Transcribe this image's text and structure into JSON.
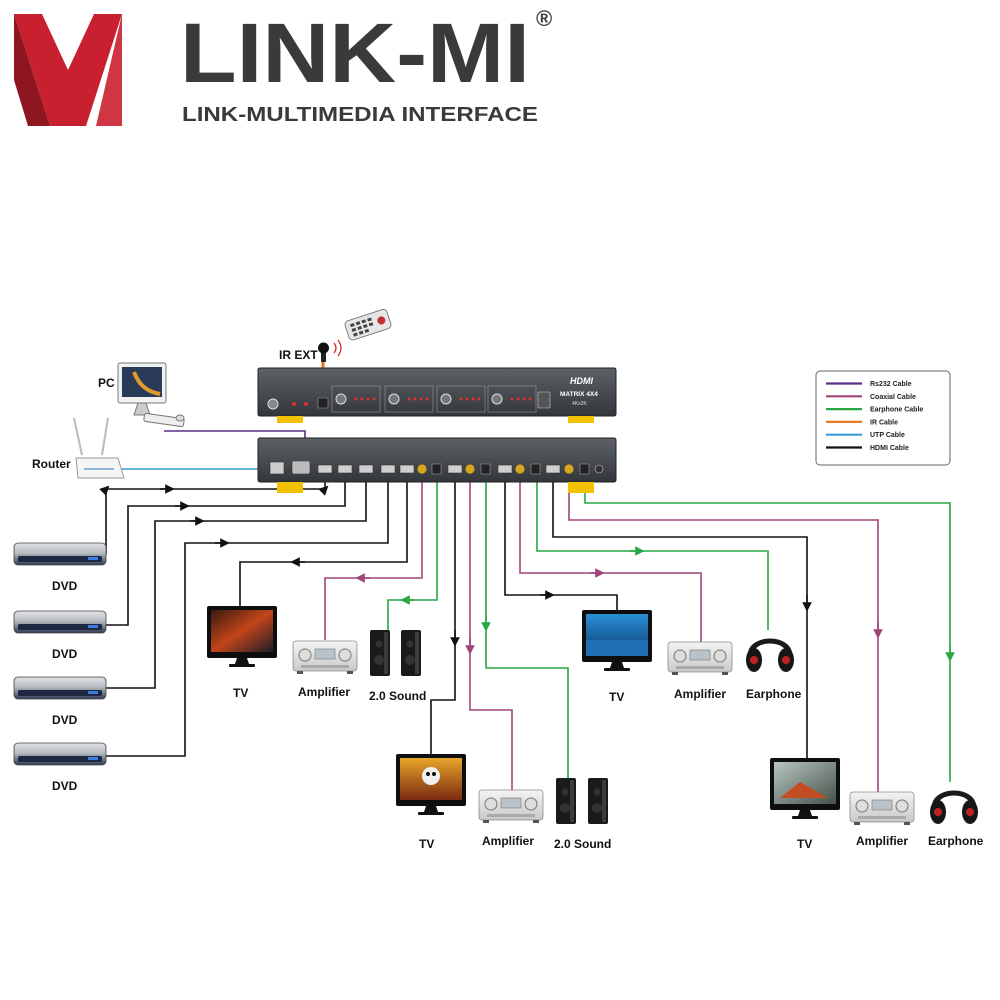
{
  "brand": {
    "name": "LINK-MI",
    "registered": "®",
    "tagline": "LINK-MULTIMEDIA INTERFACE",
    "colors": {
      "logo_red": "#c8202e",
      "logo_dark": "#3a3a3a"
    }
  },
  "devices": {
    "pc_label": "PC",
    "router_label": "Router",
    "ir_ext_label": "IR EXT",
    "dvd_label": "DVD",
    "tv_label": "TV",
    "amplifier_label": "Amplifier",
    "sound_label": "2.0 Sound",
    "earphone_label": "Earphone"
  },
  "matrix": {
    "hdmi_logo": "HDMI",
    "model": "MATRIX 4X4",
    "spec": "4Kx2K"
  },
  "legend": {
    "items": [
      {
        "label": "Rs232 Cable",
        "color": "#5a2d86"
      },
      {
        "label": "Coaxial Cable",
        "color": "#a0457a"
      },
      {
        "label": "Earphone Cable",
        "color": "#27a844"
      },
      {
        "label": "IR Cable",
        "color": "#e8791e"
      },
      {
        "label": "UTP Cable",
        "color": "#3c9bd6"
      },
      {
        "label": "HDMI Cable",
        "color": "#111111"
      }
    ]
  },
  "icons": [
    "logo-mark-icon",
    "remote-control-icon",
    "ir-sensor-icon",
    "monitor-icon",
    "router-icon",
    "dvd-player-icon",
    "tv-icon",
    "amplifier-icon",
    "speaker-icon",
    "headphones-icon"
  ]
}
